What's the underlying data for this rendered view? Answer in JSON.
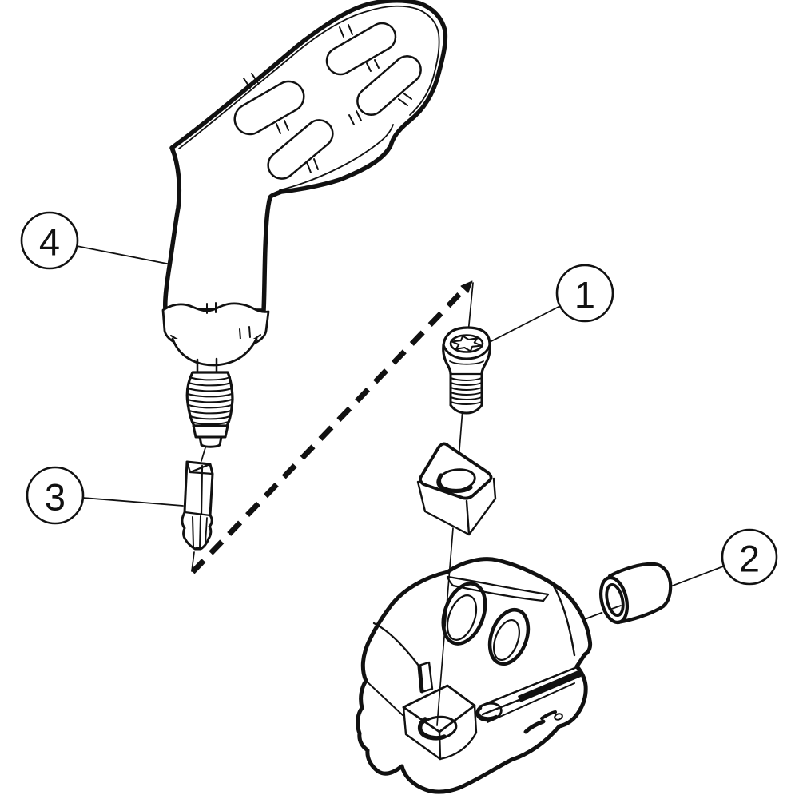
{
  "figure": {
    "type": "exploded-assembly-diagram",
    "background_color": "#ffffff",
    "line_color": "#111111",
    "callouts": [
      {
        "number": "1",
        "part": "insert-screw"
      },
      {
        "number": "2",
        "part": "sleeve-bushing"
      },
      {
        "number": "3",
        "part": "torx-bit"
      },
      {
        "number": "4",
        "part": "torque-driver-handle"
      }
    ],
    "unlabeled_parts": [
      "cutting-insert",
      "cutting-head-body"
    ]
  }
}
